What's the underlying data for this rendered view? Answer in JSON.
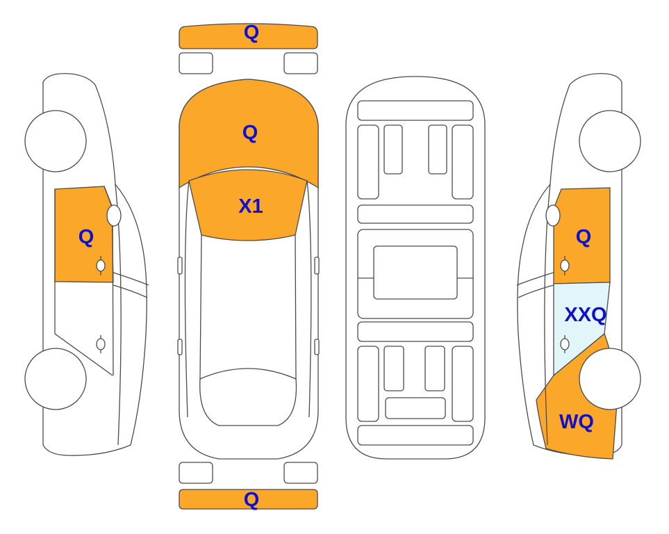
{
  "colors": {
    "damage_orange": "#FBA72A",
    "damage_light_blue": "#E2F6FA",
    "outline": "#4A4A4A",
    "label_blue": "#1010C8"
  },
  "labels": {
    "front_bumper": "Q",
    "hood": "Q",
    "windshield": "X1",
    "left_front_door": "Q",
    "right_front_door": "Q",
    "right_rear_door": "XXQ",
    "right_rear_quarter": "WQ",
    "rear_bumper": "Q"
  }
}
